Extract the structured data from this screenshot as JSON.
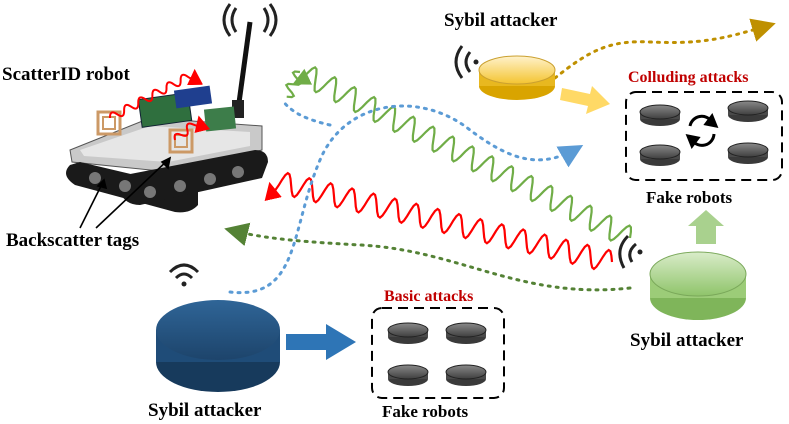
{
  "labels": {
    "robot_title": "ScatterID robot",
    "backscatter_tags": "Backscatter tags",
    "sybil_top": "Sybil attacker",
    "sybil_right": "Sybil attacker",
    "sybil_bottom": "Sybil attacker",
    "colluding_attacks": "Colluding attacks",
    "basic_attacks": "Basic attacks",
    "fake_robots_right": "Fake robots",
    "fake_robots_bottom": "Fake robots"
  },
  "colors": {
    "attacker_top": "#ffd966",
    "attacker_right": "#a9d18e",
    "attacker_bottom": "#2e5e8e",
    "wave_green": "#70ad47",
    "wave_red": "#ff0000",
    "dotted_blue": "#5b9bd5",
    "dotted_green": "#548235",
    "dotted_gold": "#bf9000",
    "arrow_yellow": "#ffd966",
    "arrow_green": "#a9d18e",
    "arrow_blue": "#2e75b6",
    "fake_robot": "#595959",
    "attack_label": "#c00000"
  }
}
